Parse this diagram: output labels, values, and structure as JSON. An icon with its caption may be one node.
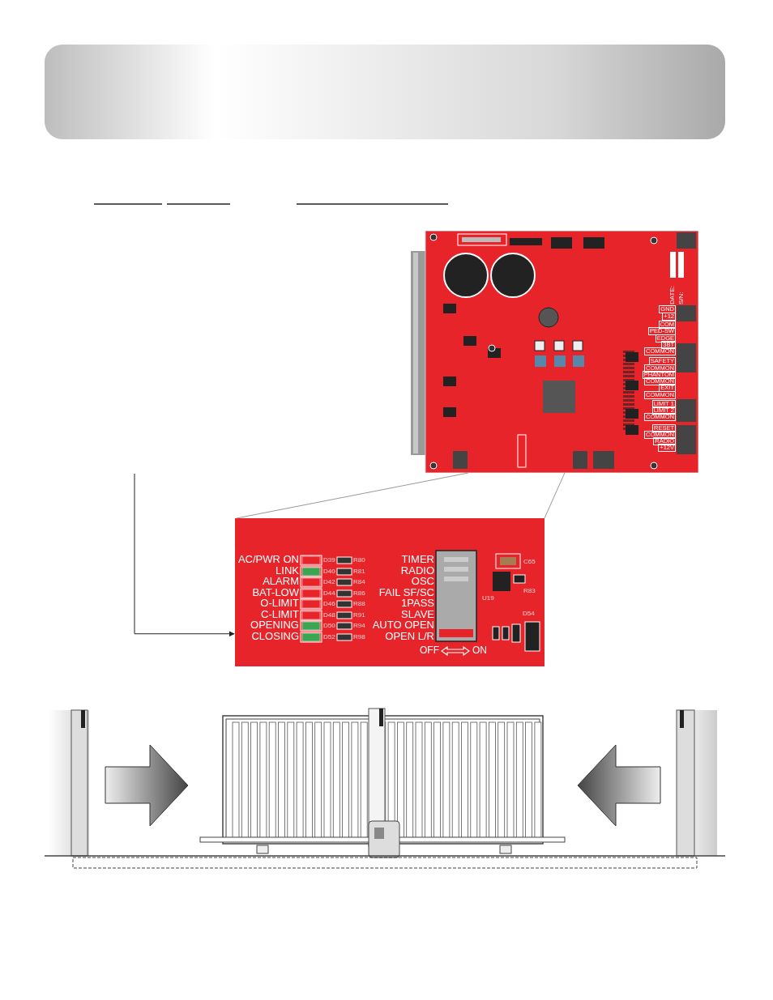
{
  "diagram": {
    "nodes": [
      {
        "text": [],
        "shape": "picture"
      },
      {
        "text": [],
        "shape": "picture"
      },
      {
        "text": [],
        "shape": "picture"
      }
    ],
    "edges": [
      {
        "from": 0,
        "to": 1,
        "arrow": "none"
      },
      {
        "from": 0,
        "to": 1,
        "arrow": "none"
      },
      {
        "from": null,
        "to": 1,
        "arrow": "to",
        "color": "#222222"
      }
    ],
    "labels": [
      "GND",
      "+12",
      "COM",
      "PED-SW",
      "EDGE",
      "3BT",
      "COMMON",
      "SAFETY",
      "COMMON",
      "PHANTOM",
      "COMMON",
      "EXIT",
      "COMMON",
      "LIMIT 1",
      "LIMIT 2",
      "COMMON",
      "RESET",
      "COMMON",
      "RADIO",
      "+12V",
      "DATE:",
      "S/N:",
      "AC/PWR ON",
      "LINK",
      "ALARM",
      "BAT-LOW",
      "O-LIMIT",
      "C-LIMIT",
      "OPENING",
      "CLOSING",
      "D39",
      "D40",
      "D42",
      "D44",
      "D46",
      "D48",
      "D50",
      "D52",
      "R80",
      "R81",
      "R84",
      "R86",
      "R88",
      "R91",
      "R94",
      "R98",
      "TIMER",
      "RADIO",
      "OSC",
      "FAIL SF/SC",
      "1PASS",
      "SLAVE",
      "AUTO OPEN",
      "OPEN L/R",
      "OFF",
      "ON",
      "C65",
      "U19",
      "R83",
      "D54"
    ]
  }
}
